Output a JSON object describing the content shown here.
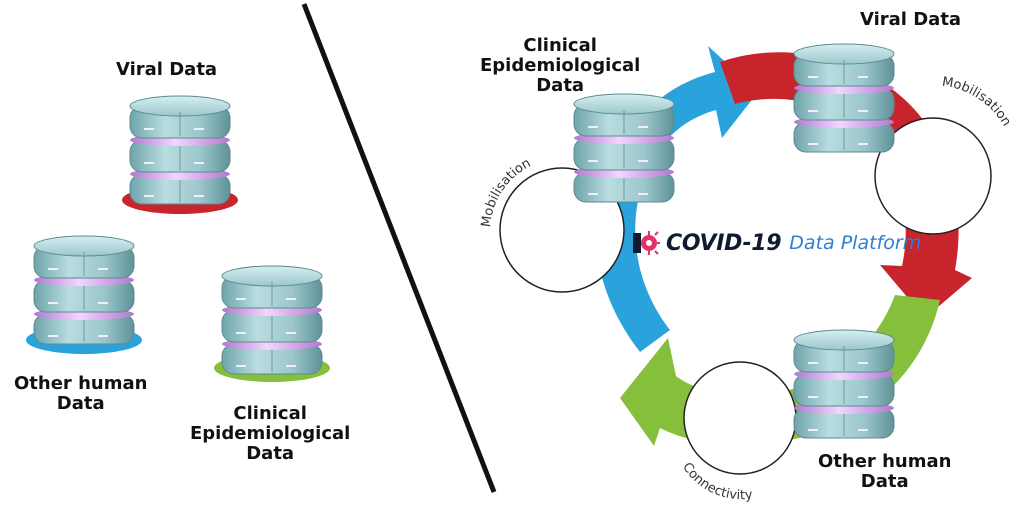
{
  "left_panel": {
    "viral_label": "Viral Data",
    "other_human_label": [
      "Other human",
      "Data"
    ],
    "clinical_label": [
      "Clinical",
      "Epidemiological",
      "Data"
    ]
  },
  "right_panel": {
    "viral_label": "Viral Data",
    "clinical_label": [
      "Clinical",
      "Epidemiological",
      "Data"
    ],
    "other_human_label": [
      "Other human",
      "Data"
    ],
    "circle_labels": {
      "top_right": "Mobilisation",
      "left": "Mobilisation",
      "bottom": "Connectivity"
    },
    "brand": {
      "primary": "COVID-19",
      "secondary": "Data Platform"
    }
  },
  "colors": {
    "viral": "#c8242b",
    "other_human": "#2aa3dc",
    "clinical": "#86bf3b",
    "database": "#9cc7cc",
    "database_ring": "#d9a2ee",
    "brand_text": "#0f1b2e",
    "brand_accent": "#2f7fd0",
    "brand_logo": "#e0336a"
  },
  "icons": [
    "database-icon",
    "virus-logo-icon",
    "cycle-arrow-icon"
  ]
}
